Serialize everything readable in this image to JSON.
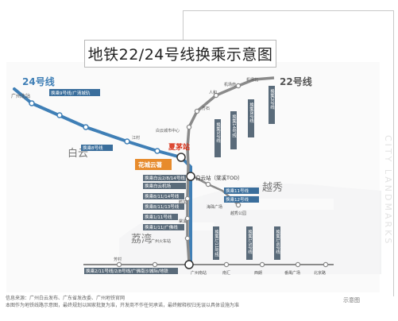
{
  "title": "地铁22/24号线换乘示意图",
  "watermark": "CITY LANDMARKS",
  "line24": {
    "label": "24号线",
    "color": "#3f7fb6",
    "terminal": "广州北站"
  },
  "line22": {
    "label": "22号线",
    "color": "#888888"
  },
  "areas": {
    "baiyun": "白云",
    "yuexiu": "越秀",
    "liwan": "荔湾"
  },
  "highlight_station": "夏茅站",
  "project": "花城云著",
  "baiyun_station": "白云站（棠溪TOD）",
  "route_tags": {
    "guangzhou_north": "换乘9号线/广清城轨",
    "line24_mid": "换乘8号线",
    "baiyun_line11": "换乘11号线",
    "baiyun_line12": "换乘12号线",
    "line22_a": "换乘2号线",
    "line22_b": "换乘8号线",
    "line22_c": "换乘14号线",
    "line22_d": "换乘5号线",
    "xiamao_a": "换乘白云2/8/14号线",
    "xiamao_b": "换乘白云机场",
    "lw1": "换乘8/11/14号线",
    "lw2": "换乘8/11/13号线",
    "lw3": "换乘1/11号线",
    "lw4": "换乘1/11/广佛线",
    "yx1": "换乘1/11号线",
    "yx2": "换乘1/5号线",
    "yx3": "换乘1/6号线",
    "bottom": "换乘2/11号线/2/8号线/广佛南沙城际/地铁"
  },
  "small_stations": [
    "江村",
    "白云城市中心",
    "方石",
    "人和",
    "机场南",
    "机场北",
    "鹤龙",
    "棠溪",
    "广州火车站",
    "芳村",
    "广州南站",
    "南汇",
    "西朗",
    "番禺广场",
    "北京路",
    "海珠广场",
    "越秀公园"
  ],
  "source_notes": [
    "信息来源：广州白云发布、广东省发改委、广州地铁官网",
    "本图作为地铁线路示意图，最终规划以国家批复为准，开发商不作任何承诺，最终解释权归无误以具体设施为准"
  ],
  "legend_label": "示意图"
}
